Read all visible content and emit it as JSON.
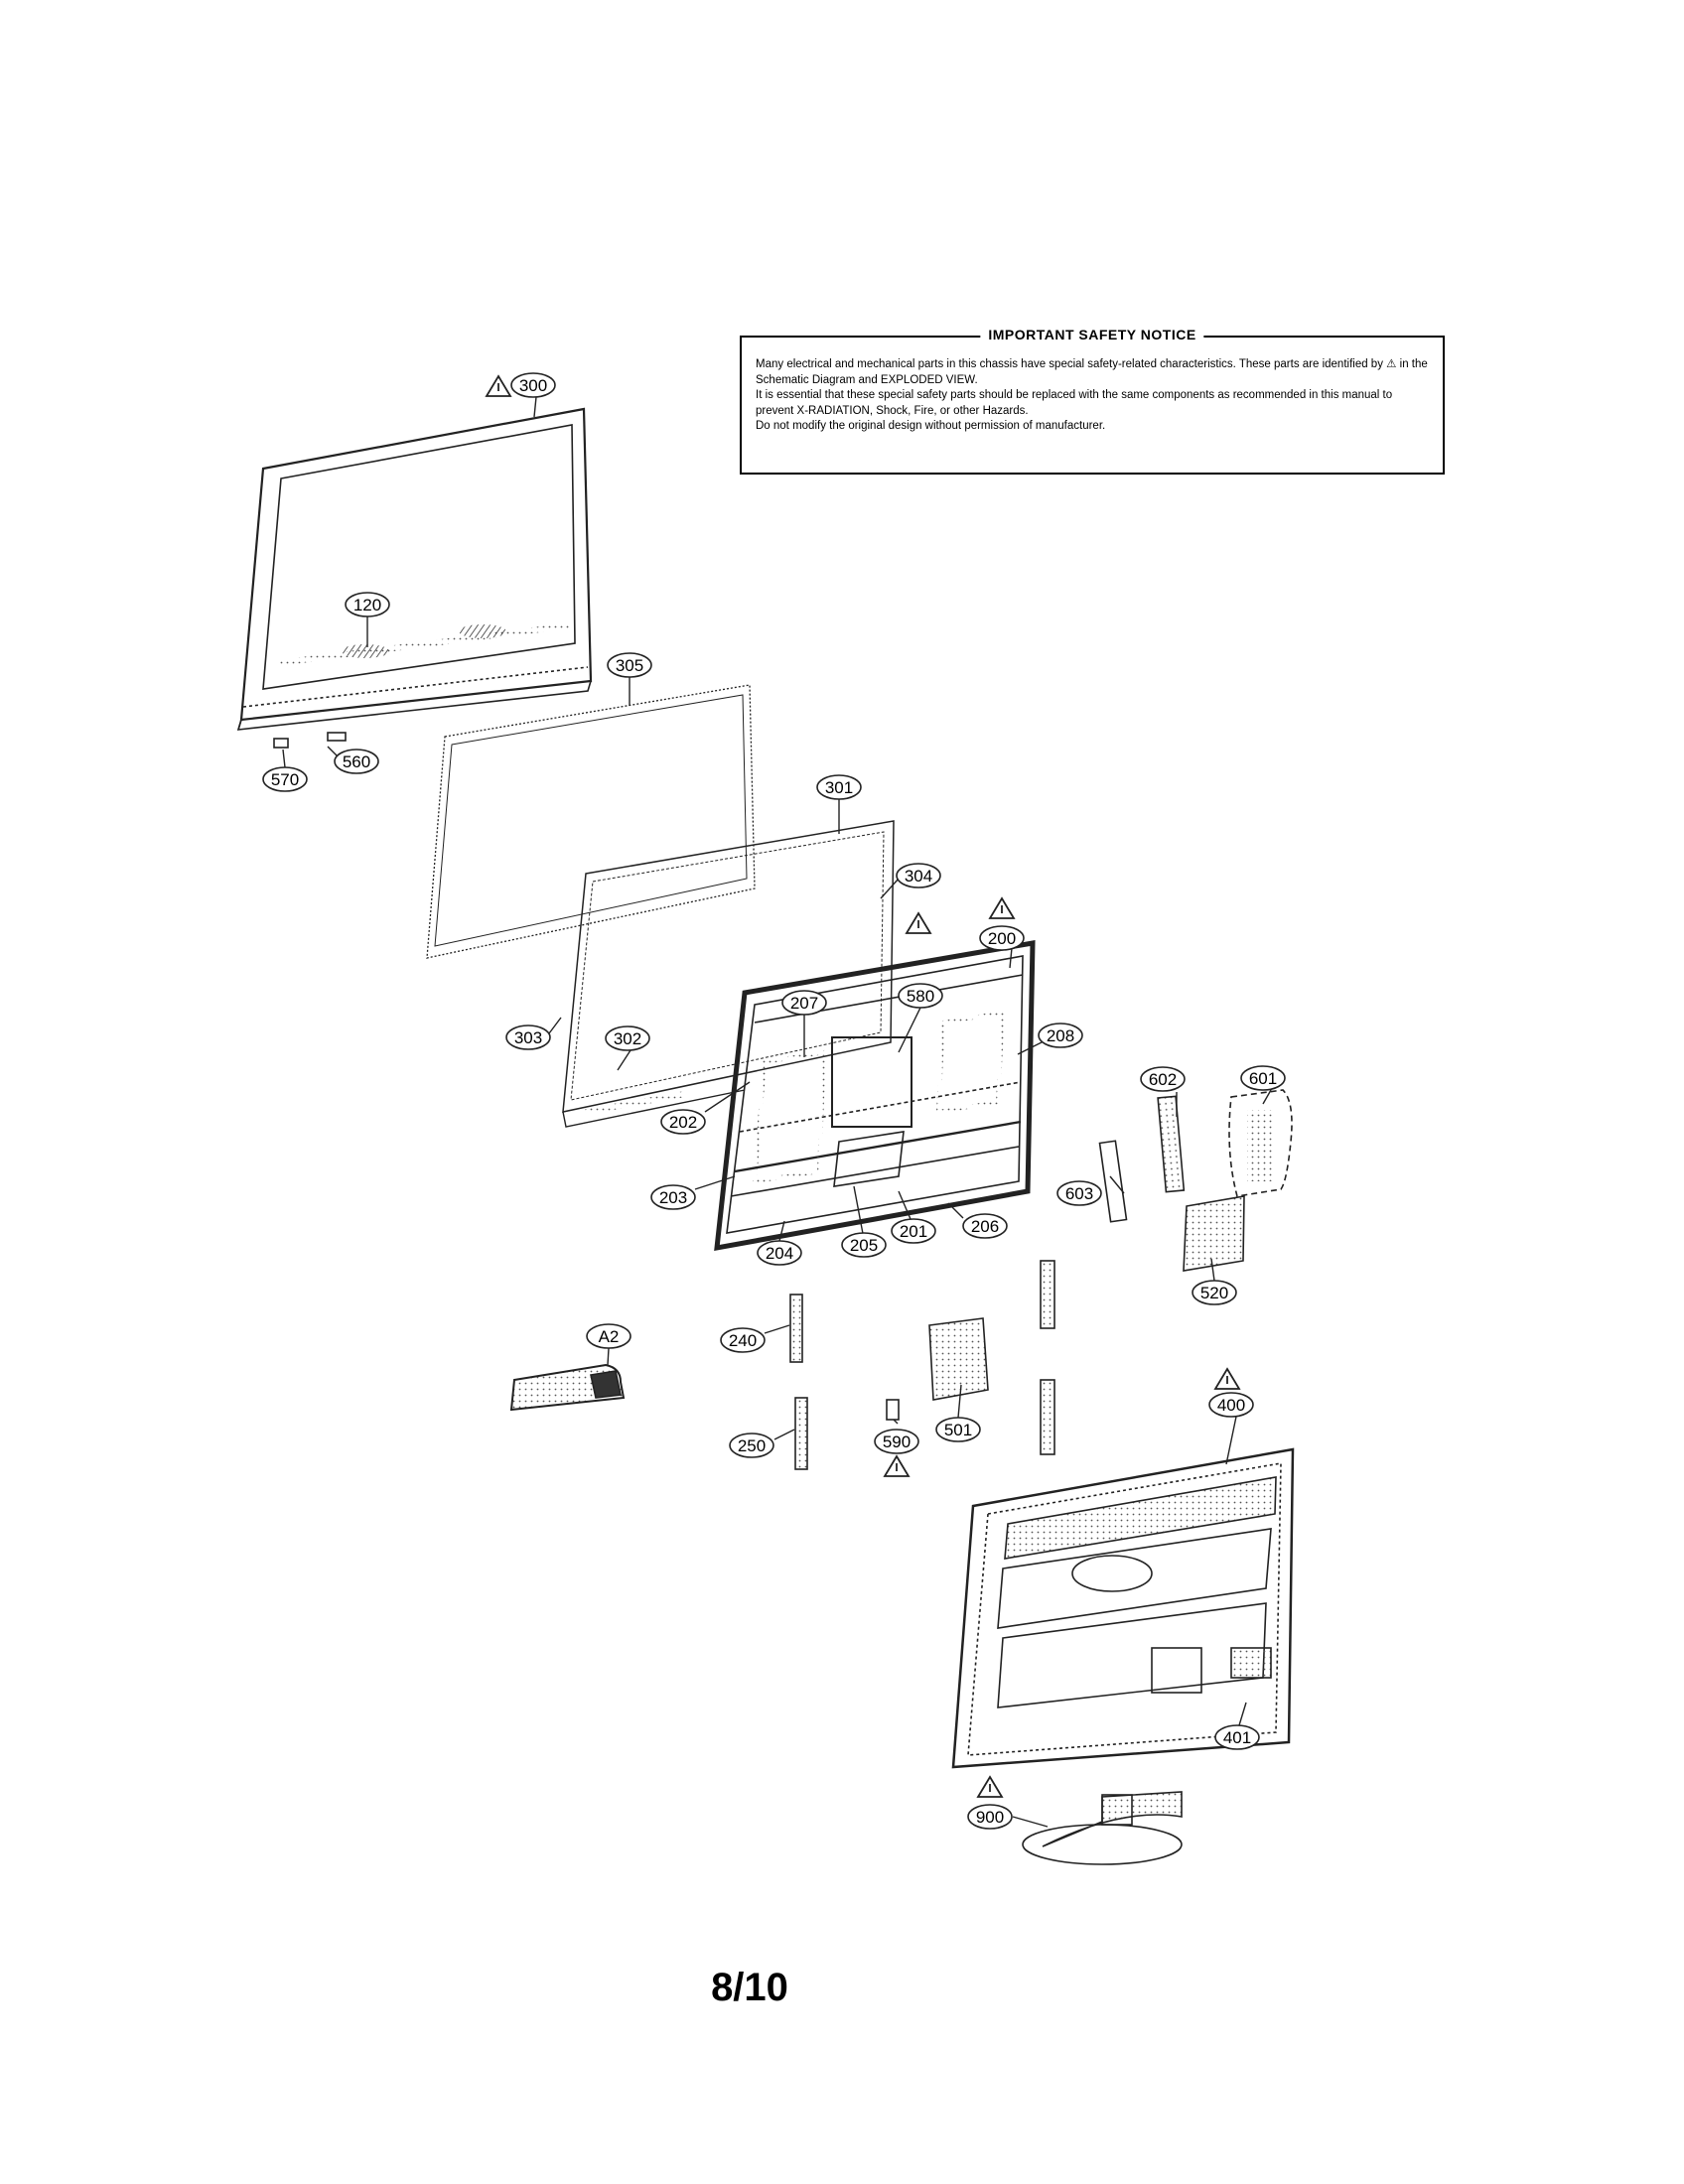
{
  "notice": {
    "title": "IMPORTANT SAFETY NOTICE",
    "lines": [
      "Many electrical and mechanical parts in this chassis have special safety-related characteristics. These parts are identified by ⚠ in the Schematic Diagram and EXPLODED VIEW.",
      "It is essential that these special safety parts should be replaced with the same components as recommended in this manual to prevent X-RADIATION, Shock, Fire, or other Hazards.",
      "Do not modify the original design without permission of manufacturer."
    ]
  },
  "callouts": {
    "c300": "300",
    "c120": "120",
    "c305": "305",
    "c560": "560",
    "c570": "570",
    "c301": "301",
    "c304": "304",
    "c580": "580",
    "c200": "200",
    "c207": "207",
    "c303": "303",
    "c302": "302",
    "c208": "208",
    "c202": "202",
    "c602": "602",
    "c601": "601",
    "c203": "203",
    "c603": "603",
    "c201": "201",
    "c206": "206",
    "c205": "205",
    "c204": "204",
    "c520": "520",
    "c240": "240",
    "cA2": "A2",
    "c501": "501",
    "c250": "250",
    "c590": "590",
    "c400": "400",
    "c401": "401",
    "c900": "900"
  },
  "page_number": "8/10"
}
